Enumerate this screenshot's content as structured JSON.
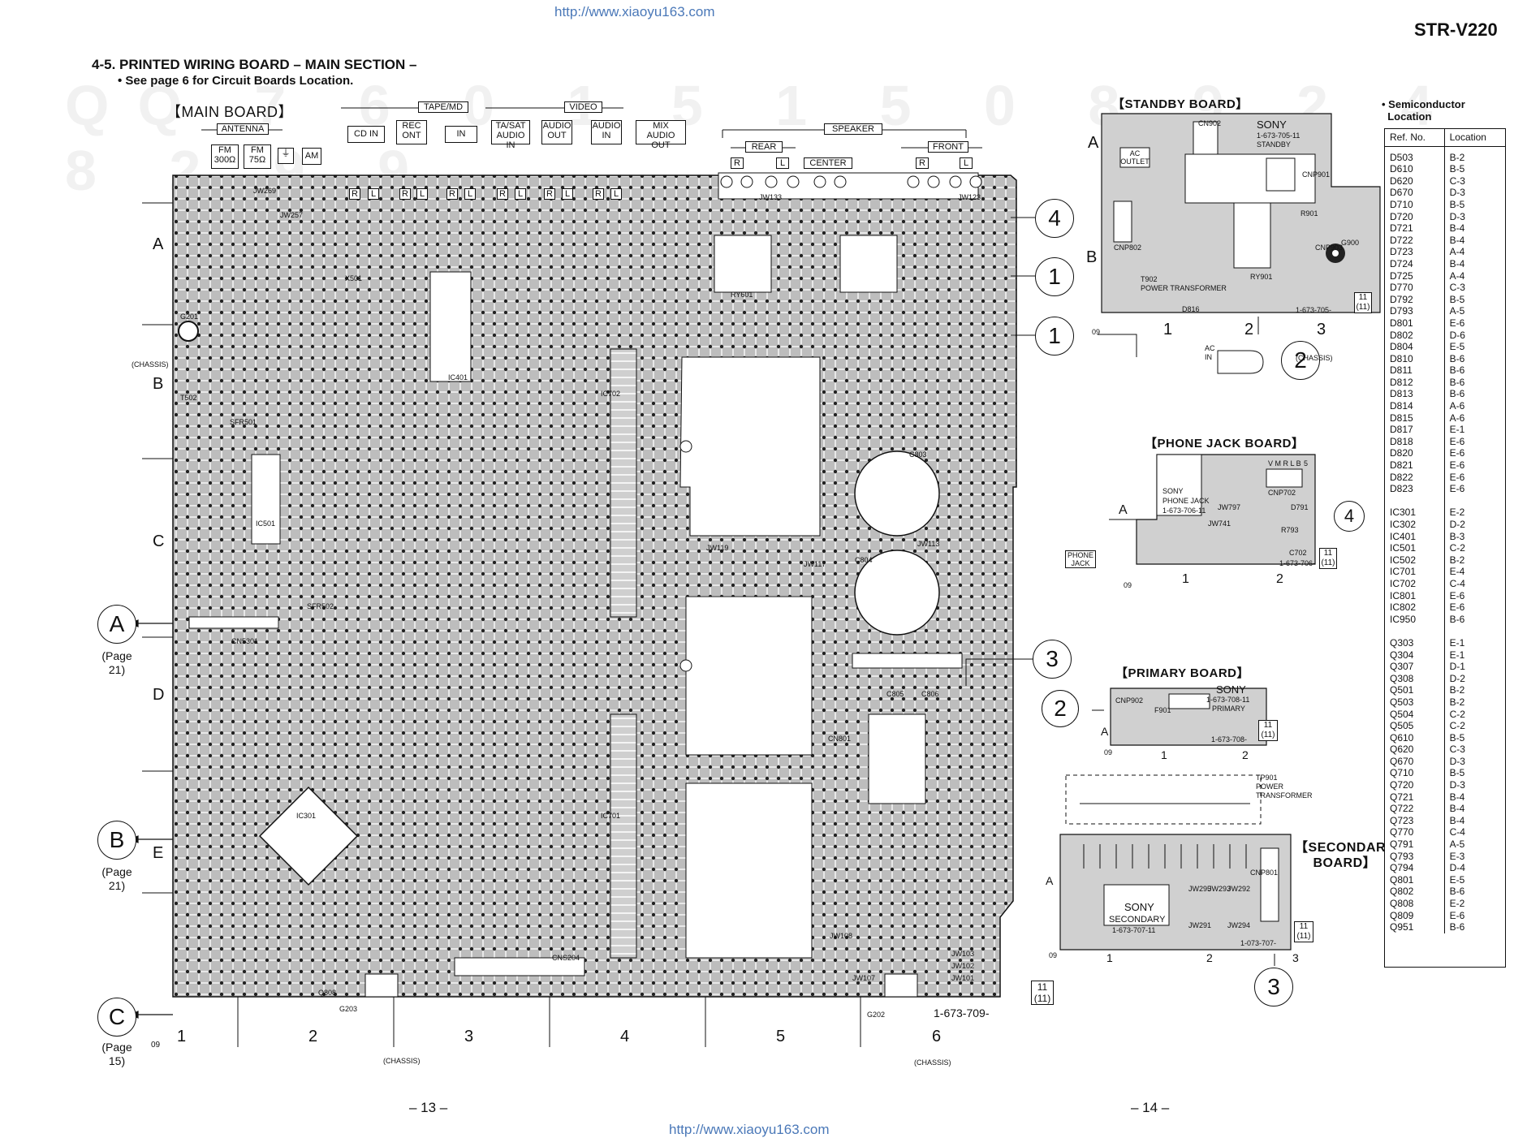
{
  "header": {
    "url_top": "http://www.xiaoyu163.com",
    "url_bottom": "http://www.xiaoyu163.com",
    "model": "STR-V220",
    "section_title": "4-5. PRINTED WIRING BOARD – MAIN SECTION –",
    "note": "• See page 6 for Circuit Boards Location."
  },
  "main_board": {
    "title": "【MAIN BOARD】",
    "part_no": "1-673-709-",
    "grid_code": "09",
    "rev_top": "11",
    "rev_bottom": "(11)",
    "group_labels": {
      "antenna": "ANTENNA",
      "tape_md": "TAPE/MD",
      "video": "VIDEO",
      "speaker": "SPEAKER",
      "rear": "REAR",
      "front": "FRONT",
      "center": "CENTER"
    },
    "jacks": [
      {
        "t1": "FM",
        "t2": "300Ω"
      },
      {
        "t1": "FM",
        "t2": "75Ω"
      },
      {
        "t1": "AM",
        "t2": ""
      },
      {
        "t1": "CD IN",
        "t2": ""
      },
      {
        "t1": "REC",
        "t2": "ONT"
      },
      {
        "t1": "IN",
        "t2": ""
      },
      {
        "t1": "TA/SAT",
        "t2": "AUDIO IN"
      },
      {
        "t1": "AUDIO",
        "t2": "OUT"
      },
      {
        "t1": "AUDIO",
        "t2": "IN"
      },
      {
        "t1": "MIX",
        "t2": "AUDIO OUT"
      }
    ],
    "channel_r": "R",
    "channel_l": "L",
    "cols": [
      "1",
      "2",
      "3",
      "4",
      "5",
      "6"
    ],
    "rows": [
      "A",
      "B",
      "C",
      "D",
      "E"
    ],
    "chassis": "(CHASSIS)",
    "component_labels": [
      "JW269",
      "JW257",
      "IC401",
      "IC301",
      "CN5301",
      "JW133",
      "JW123",
      "CNS204",
      "G201",
      "G202",
      "G203",
      "IC501",
      "X501",
      "RY601",
      "T502",
      "SFR501",
      "SFR502",
      "C803",
      "C804",
      "CN801",
      "IC701",
      "IC702",
      "JW113",
      "JW117",
      "JW119",
      "Q808",
      "JW101",
      "JW102",
      "JW103",
      "JW108",
      "JW107",
      "C805",
      "C806"
    ]
  },
  "connectors": [
    {
      "letter": "A",
      "page_word": "(Page",
      "page_num": "21)"
    },
    {
      "letter": "B",
      "page_word": "(Page",
      "page_num": "21)"
    },
    {
      "letter": "C",
      "page_word": "(Page",
      "page_num": "15)"
    }
  ],
  "circle_nums": {
    "n1": "1",
    "n2": "2",
    "n3": "3",
    "n4": "4"
  },
  "standby_board": {
    "title": "【STANDBY BOARD】",
    "sony": "SONY",
    "part_line": "1-673-705-11",
    "sub": "STANDBY",
    "ac_outlet_1": "AC",
    "ac_outlet_2": "OUTLET",
    "transformer_1": "T902",
    "transformer_2": "POWER TRANSFORMER",
    "ac_in_1": "AC",
    "ac_in_2": "IN",
    "part_no": "1-673-705-",
    "grid_code": "09",
    "cols": [
      "1",
      "2",
      "3"
    ],
    "rows": [
      "A",
      "B"
    ],
    "rev_top": "11",
    "rev_bottom": "(11)",
    "chassis": "(CHASSIS)",
    "labels": [
      "CN902",
      "CNP802",
      "CNP901",
      "CNP903",
      "R901",
      "RY901",
      "D816",
      "G900"
    ]
  },
  "phone_board": {
    "title": "【PHONE JACK BOARD】",
    "sony": "SONY",
    "sub": "PHONE JACK",
    "part_line": "1-673-706-11",
    "phone_jack_1": "PHONE",
    "phone_jack_2": "JACK",
    "pins": "V M R L B",
    "pin5": "5",
    "cnp": "CNP702",
    "part_no": "1-673-706-",
    "grid_code": "09",
    "cols": [
      "1",
      "2"
    ],
    "rows": [
      "A"
    ],
    "rev_top": "11",
    "rev_bottom": "(11)",
    "labels": [
      "JW741",
      "JW797",
      "R793",
      "D791",
      "C702"
    ]
  },
  "primary_board": {
    "title": "【PRIMARY BOARD】",
    "sony": "SONY",
    "part_line": "1-673-708-11",
    "sub": "PRIMARY",
    "part_no": "1-673-708-",
    "grid_code": "09",
    "cols": [
      "1",
      "2"
    ],
    "rows": [
      "A"
    ],
    "rev_top": "11",
    "rev_bottom": "(11)",
    "labels": [
      "CNP902",
      "F901"
    ],
    "tp_1": "TP901",
    "tp_2": "POWER",
    "tp_3": "TRANSFORMER"
  },
  "secondary_board": {
    "title_1": "SECONDARY",
    "title_2": "BOARD",
    "sony": "SONY",
    "sub": "SECONDARY",
    "part_line": "1-673-707-11",
    "part_no": "1-073-707-",
    "grid_code": "09",
    "cols": [
      "1",
      "2",
      "3"
    ],
    "rows": [
      "A"
    ],
    "rev_top": "11",
    "rev_bottom": "(11)",
    "labels": [
      "JW295",
      "JW293",
      "JW292",
      "JW291",
      "JW294",
      "CNP801"
    ]
  },
  "semiconductor": {
    "heading_1": "Semiconductor",
    "heading_2": "Location",
    "col_ref": "Ref. No.",
    "col_loc": "Location",
    "groups": [
      [
        [
          "D503",
          "B-2"
        ],
        [
          "D610",
          "B-5"
        ],
        [
          "D620",
          "C-3"
        ],
        [
          "D670",
          "D-3"
        ],
        [
          "D710",
          "B-5"
        ],
        [
          "D720",
          "D-3"
        ],
        [
          "D721",
          "B-4"
        ],
        [
          "D722",
          "B-4"
        ],
        [
          "D723",
          "A-4"
        ],
        [
          "D724",
          "B-4"
        ],
        [
          "D725",
          "A-4"
        ],
        [
          "D770",
          "C-3"
        ],
        [
          "D792",
          "B-5"
        ],
        [
          "D793",
          "A-5"
        ],
        [
          "D801",
          "E-6"
        ],
        [
          "D802",
          "D-6"
        ],
        [
          "D804",
          "E-5"
        ],
        [
          "D810",
          "B-6"
        ],
        [
          "D811",
          "B-6"
        ],
        [
          "D812",
          "B-6"
        ],
        [
          "D813",
          "B-6"
        ],
        [
          "D814",
          "A-6"
        ],
        [
          "D815",
          "A-6"
        ],
        [
          "D817",
          "E-1"
        ],
        [
          "D818",
          "E-6"
        ],
        [
          "D820",
          "E-6"
        ],
        [
          "D821",
          "E-6"
        ],
        [
          "D822",
          "E-6"
        ],
        [
          "D823",
          "E-6"
        ]
      ],
      [
        [
          "IC301",
          "E-2"
        ],
        [
          "IC302",
          "D-2"
        ],
        [
          "IC401",
          "B-3"
        ],
        [
          "IC501",
          "C-2"
        ],
        [
          "IC502",
          "B-2"
        ],
        [
          "IC701",
          "E-4"
        ],
        [
          "IC702",
          "C-4"
        ],
        [
          "IC801",
          "E-6"
        ],
        [
          "IC802",
          "E-6"
        ],
        [
          "IC950",
          "B-6"
        ]
      ],
      [
        [
          "Q303",
          "E-1"
        ],
        [
          "Q304",
          "E-1"
        ],
        [
          "Q307",
          "D-1"
        ],
        [
          "Q308",
          "D-2"
        ],
        [
          "Q501",
          "B-2"
        ],
        [
          "Q503",
          "B-2"
        ],
        [
          "Q504",
          "C-2"
        ],
        [
          "Q505",
          "C-2"
        ],
        [
          "Q610",
          "B-5"
        ],
        [
          "Q620",
          "C-3"
        ],
        [
          "Q670",
          "D-3"
        ],
        [
          "Q710",
          "B-5"
        ],
        [
          "Q720",
          "D-3"
        ],
        [
          "Q721",
          "B-4"
        ],
        [
          "Q722",
          "B-4"
        ],
        [
          "Q723",
          "B-4"
        ],
        [
          "Q770",
          "C-4"
        ],
        [
          "Q791",
          "A-5"
        ],
        [
          "Q793",
          "E-3"
        ],
        [
          "Q794",
          "D-4"
        ],
        [
          "Q801",
          "E-5"
        ],
        [
          "Q802",
          "B-6"
        ],
        [
          "Q808",
          "E-2"
        ],
        [
          "Q809",
          "E-6"
        ],
        [
          "Q951",
          "B-6"
        ]
      ]
    ]
  },
  "pages": {
    "left": "– 13 –",
    "right": "– 14 –"
  }
}
